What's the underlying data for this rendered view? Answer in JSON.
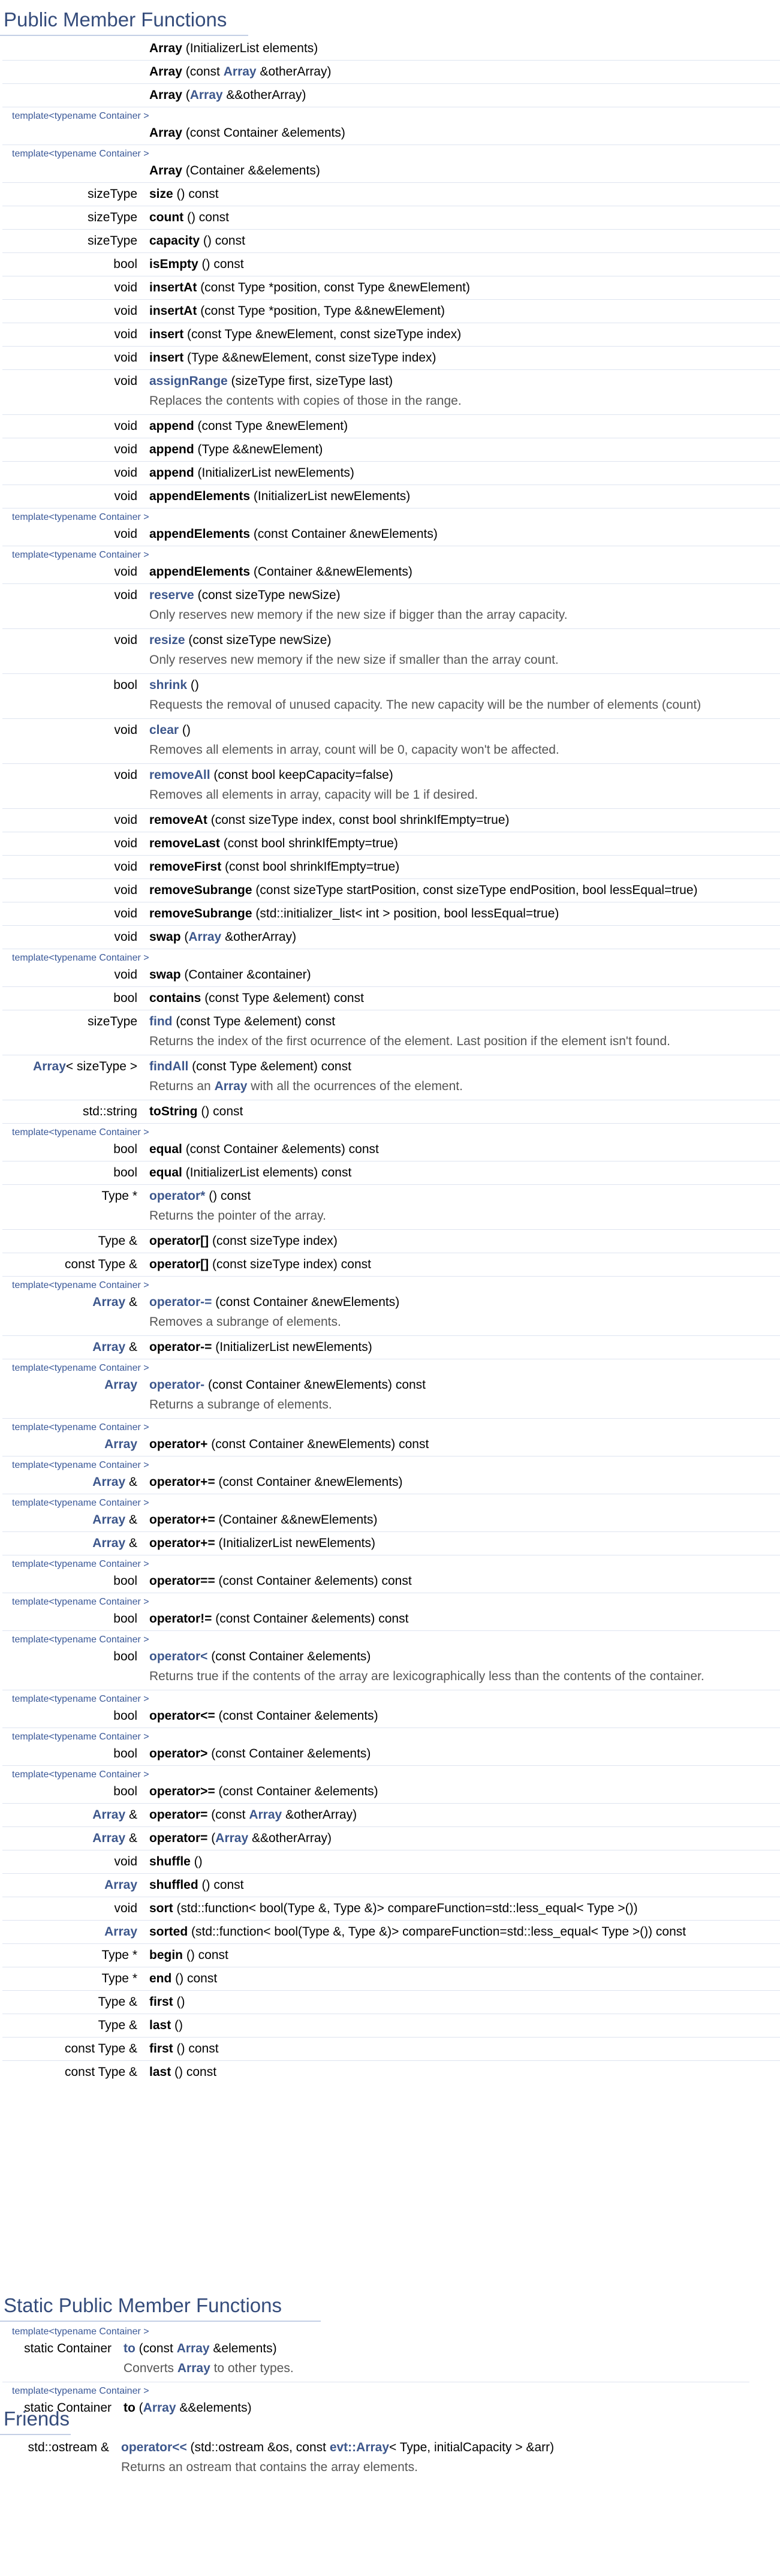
{
  "sections": [
    {
      "title": "Public Member Functions",
      "rows": [
        {
          "tpl": false,
          "left": "",
          "name": "Array",
          "link": false,
          "args": [
            " (InitializerList elements)"
          ]
        },
        {
          "tpl": false,
          "left": "",
          "name": "Array",
          "link": false,
          "args": [
            " (const ",
            {
              "l": "Array"
            },
            " &otherArray)"
          ]
        },
        {
          "tpl": false,
          "left": "",
          "name": "Array",
          "link": false,
          "args": [
            " (",
            {
              "l": "Array"
            },
            " &&otherArray)"
          ]
        },
        {
          "tpl": true,
          "left": "",
          "name": "Array",
          "link": false,
          "args": [
            " (const Container &elements)"
          ]
        },
        {
          "tpl": true,
          "left": "",
          "name": "Array",
          "link": false,
          "args": [
            " (Container &&elements)"
          ]
        },
        {
          "tpl": false,
          "left": "sizeType",
          "name": "size",
          "link": false,
          "args": [
            " () const"
          ]
        },
        {
          "tpl": false,
          "left": "sizeType",
          "name": "count",
          "link": false,
          "args": [
            " () const"
          ]
        },
        {
          "tpl": false,
          "left": "sizeType",
          "name": "capacity",
          "link": false,
          "args": [
            " () const"
          ]
        },
        {
          "tpl": false,
          "left": "bool",
          "name": "isEmpty",
          "link": false,
          "args": [
            " () const"
          ]
        },
        {
          "tpl": false,
          "left": "void",
          "name": "insertAt",
          "link": false,
          "args": [
            " (const Type *position, const Type &newElement)"
          ]
        },
        {
          "tpl": false,
          "left": "void",
          "name": "insertAt",
          "link": false,
          "args": [
            " (const Type *position, Type &&newElement)"
          ]
        },
        {
          "tpl": false,
          "left": "void",
          "name": "insert",
          "link": false,
          "args": [
            " (const Type &newElement, const sizeType index)"
          ]
        },
        {
          "tpl": false,
          "left": "void",
          "name": "insert",
          "link": false,
          "args": [
            " (Type &&newElement, const sizeType index)"
          ]
        },
        {
          "tpl": false,
          "left": "void",
          "name": "assignRange",
          "link": true,
          "args": [
            " (sizeType first, sizeType last)"
          ],
          "desc": [
            "Replaces the contents with copies of those in the range."
          ]
        },
        {
          "tpl": false,
          "left": "void",
          "name": "append",
          "link": false,
          "args": [
            " (const Type &newElement)"
          ]
        },
        {
          "tpl": false,
          "left": "void",
          "name": "append",
          "link": false,
          "args": [
            " (Type &&newElement)"
          ]
        },
        {
          "tpl": false,
          "left": "void",
          "name": "append",
          "link": false,
          "args": [
            " (InitializerList newElements)"
          ]
        },
        {
          "tpl": false,
          "left": "void",
          "name": "appendElements",
          "link": false,
          "args": [
            " (InitializerList newElements)"
          ]
        },
        {
          "tpl": true,
          "left": "void",
          "name": "appendElements",
          "link": false,
          "args": [
            " (const Container &newElements)"
          ]
        },
        {
          "tpl": true,
          "left": "void",
          "name": "appendElements",
          "link": false,
          "args": [
            " (Container &&newElements)"
          ]
        },
        {
          "tpl": false,
          "left": "void",
          "name": "reserve",
          "link": true,
          "args": [
            " (const sizeType newSize)"
          ],
          "desc": [
            "Only reserves new memory if the new size if bigger than the array capacity."
          ]
        },
        {
          "tpl": false,
          "left": "void",
          "name": "resize",
          "link": true,
          "args": [
            " (const sizeType newSize)"
          ],
          "desc": [
            "Only reserves new memory if the new size if smaller than the array count."
          ]
        },
        {
          "tpl": false,
          "left": "bool",
          "name": "shrink",
          "link": true,
          "args": [
            " ()"
          ],
          "desc": [
            "Requests the removal of unused capacity. The new capacity will be the number of elements (count)"
          ]
        },
        {
          "tpl": false,
          "left": "void",
          "name": "clear",
          "link": true,
          "args": [
            " ()"
          ],
          "desc": [
            "Removes all elements in array, count will be 0, capacity won't be affected."
          ]
        },
        {
          "tpl": false,
          "left": "void",
          "name": "removeAll",
          "link": true,
          "args": [
            " (const bool keepCapacity=false)"
          ],
          "desc": [
            "Removes all elements in array, capacity will be 1 if desired."
          ]
        },
        {
          "tpl": false,
          "left": "void",
          "name": "removeAt",
          "link": false,
          "args": [
            " (const sizeType index, const bool shrinkIfEmpty=true)"
          ]
        },
        {
          "tpl": false,
          "left": "void",
          "name": "removeLast",
          "link": false,
          "args": [
            " (const bool shrinkIfEmpty=true)"
          ]
        },
        {
          "tpl": false,
          "left": "void",
          "name": "removeFirst",
          "link": false,
          "args": [
            " (const bool shrinkIfEmpty=true)"
          ]
        },
        {
          "tpl": false,
          "left": "void",
          "name": "removeSubrange",
          "link": false,
          "args": [
            " (const sizeType startPosition, const sizeType endPosition, bool lessEqual=true)"
          ]
        },
        {
          "tpl": false,
          "left": "void",
          "name": "removeSubrange",
          "link": false,
          "args": [
            " (std::initializer_list< int > position, bool lessEqual=true)"
          ]
        },
        {
          "tpl": false,
          "left": "void",
          "name": "swap",
          "link": false,
          "args": [
            " (",
            {
              "l": "Array"
            },
            " &otherArray)"
          ]
        },
        {
          "tpl": true,
          "left": "void",
          "name": "swap",
          "link": false,
          "args": [
            " (Container &container)"
          ]
        },
        {
          "tpl": false,
          "left": "bool",
          "name": "contains",
          "link": false,
          "args": [
            " (const Type &element) const"
          ]
        },
        {
          "tpl": false,
          "left": "sizeType",
          "name": "find",
          "link": true,
          "args": [
            " (const Type &element) const"
          ],
          "desc": [
            "Returns the index of the first ocurrence of the element. Last position if the element isn't found."
          ]
        },
        {
          "tpl": false,
          "left": [
            {
              "l": "Array"
            },
            "< sizeType >"
          ],
          "name": "findAll",
          "link": true,
          "args": [
            " (const Type &element) const"
          ],
          "desc": [
            "Returns an ",
            {
              "l": "Array"
            },
            " with all the ocurrences of the element."
          ]
        },
        {
          "tpl": false,
          "left": "std::string",
          "name": "toString",
          "link": false,
          "args": [
            " () const"
          ]
        },
        {
          "tpl": true,
          "left": "bool",
          "name": "equal",
          "link": false,
          "args": [
            " (const Container &elements) const"
          ]
        },
        {
          "tpl": false,
          "left": "bool",
          "name": "equal",
          "link": false,
          "args": [
            " (InitializerList elements) const"
          ]
        },
        {
          "tpl": false,
          "left": "Type *",
          "name": "operator*",
          "link": true,
          "args": [
            " () const"
          ],
          "desc": [
            "Returns the pointer of the array."
          ]
        },
        {
          "tpl": false,
          "left": "Type &",
          "name": "operator[]",
          "link": false,
          "args": [
            " (const sizeType index)"
          ]
        },
        {
          "tpl": false,
          "left": "const Type &",
          "name": "operator[]",
          "link": false,
          "args": [
            " (const sizeType index) const"
          ]
        },
        {
          "tpl": true,
          "left": [
            {
              "l": "Array"
            },
            " &"
          ],
          "name": "operator-=",
          "link": true,
          "args": [
            " (const Container &newElements)"
          ],
          "desc": [
            "Removes a subrange of elements."
          ]
        },
        {
          "tpl": false,
          "left": [
            {
              "l": "Array"
            },
            " &"
          ],
          "name": "operator-=",
          "link": false,
          "args": [
            " (InitializerList newElements)"
          ]
        },
        {
          "tpl": true,
          "left": [
            {
              "l": "Array"
            }
          ],
          "name": "operator-",
          "link": true,
          "args": [
            " (const Container &newElements) const"
          ],
          "desc": [
            "Returns a subrange of elements."
          ]
        },
        {
          "tpl": true,
          "left": [
            {
              "l": "Array"
            }
          ],
          "name": "operator+",
          "link": false,
          "args": [
            " (const Container &newElements) const"
          ]
        },
        {
          "tpl": true,
          "left": [
            {
              "l": "Array"
            },
            " &"
          ],
          "name": "operator+=",
          "link": false,
          "args": [
            " (const Container &newElements)"
          ]
        },
        {
          "tpl": true,
          "left": [
            {
              "l": "Array"
            },
            " &"
          ],
          "name": "operator+=",
          "link": false,
          "args": [
            " (Container &&newElements)"
          ]
        },
        {
          "tpl": false,
          "left": [
            {
              "l": "Array"
            },
            " &"
          ],
          "name": "operator+=",
          "link": false,
          "args": [
            " (InitializerList newElements)"
          ]
        },
        {
          "tpl": true,
          "left": "bool",
          "name": "operator==",
          "link": false,
          "args": [
            " (const Container &elements) const"
          ]
        },
        {
          "tpl": true,
          "left": "bool",
          "name": "operator!=",
          "link": false,
          "args": [
            " (const Container &elements) const"
          ]
        },
        {
          "tpl": true,
          "left": "bool",
          "name": "operator<",
          "link": true,
          "args": [
            " (const Container &elements)"
          ],
          "desc": [
            "Returns true if the contents of the array are lexicographically less than the contents of the container."
          ]
        },
        {
          "tpl": true,
          "left": "bool",
          "name": "operator<=",
          "link": false,
          "args": [
            " (const Container &elements)"
          ]
        },
        {
          "tpl": true,
          "left": "bool",
          "name": "operator>",
          "link": false,
          "args": [
            " (const Container &elements)"
          ]
        },
        {
          "tpl": true,
          "left": "bool",
          "name": "operator>=",
          "link": false,
          "args": [
            " (const Container &elements)"
          ]
        },
        {
          "tpl": false,
          "left": [
            {
              "l": "Array"
            },
            " &"
          ],
          "name": "operator=",
          "link": false,
          "args": [
            " (const ",
            {
              "l": "Array"
            },
            " &otherArray)"
          ]
        },
        {
          "tpl": false,
          "left": [
            {
              "l": "Array"
            },
            " &"
          ],
          "name": "operator=",
          "link": false,
          "args": [
            " (",
            {
              "l": "Array"
            },
            " &&otherArray)"
          ]
        },
        {
          "tpl": false,
          "left": "void",
          "name": "shuffle",
          "link": false,
          "args": [
            " ()"
          ]
        },
        {
          "tpl": false,
          "left": [
            {
              "l": "Array"
            }
          ],
          "name": "shuffled",
          "link": false,
          "args": [
            " () const"
          ]
        },
        {
          "tpl": false,
          "left": "void",
          "name": "sort",
          "link": false,
          "args": [
            " (std::function< bool(Type &, Type &)> compareFunction=std::less_equal< Type >())"
          ]
        },
        {
          "tpl": false,
          "left": [
            {
              "l": "Array"
            }
          ],
          "name": "sorted",
          "link": false,
          "args": [
            " (std::function< bool(Type &, Type &)> compareFunction=std::less_equal< Type >()) const"
          ]
        },
        {
          "tpl": false,
          "left": "Type *",
          "name": "begin",
          "link": false,
          "args": [
            " () const"
          ]
        },
        {
          "tpl": false,
          "left": "Type *",
          "name": "end",
          "link": false,
          "args": [
            " () const"
          ]
        },
        {
          "tpl": false,
          "left": "Type &",
          "name": "first",
          "link": false,
          "args": [
            " ()"
          ]
        },
        {
          "tpl": false,
          "left": "Type &",
          "name": "last",
          "link": false,
          "args": [
            " ()"
          ]
        },
        {
          "tpl": false,
          "left": "const Type &",
          "name": "first",
          "link": false,
          "args": [
            " () const"
          ]
        },
        {
          "tpl": false,
          "left": "const Type &",
          "name": "last",
          "link": false,
          "args": [
            " () const"
          ]
        }
      ]
    },
    {
      "title": "Static Public Member Functions",
      "rows": [
        {
          "tpl": true,
          "left": "static Container",
          "name": "to",
          "link": true,
          "args": [
            " (const ",
            {
              "l": "Array"
            },
            " &elements)"
          ],
          "desc": [
            "Converts ",
            {
              "l": "Array"
            },
            " to other types."
          ]
        },
        {
          "tpl": true,
          "left": "static Container",
          "name": "to",
          "link": false,
          "args": [
            " (",
            {
              "l": "Array"
            },
            " &&elements)"
          ]
        }
      ]
    },
    {
      "title": "Friends",
      "rows": [
        {
          "tpl": false,
          "left": "std::ostream &",
          "name": "operator<<",
          "link": true,
          "args": [
            " (std::ostream &os, const ",
            {
              "l": "evt::Array"
            },
            "< Type, initialCapacity > &arr)"
          ],
          "desc": [
            "Returns an ostream that contains the array elements."
          ]
        }
      ]
    }
  ],
  "template_label": "template<typename Container >",
  "colors": {
    "heading": "#354c7b",
    "link": "#3d578c",
    "template": "#3b5998",
    "separator": "#dee4f0",
    "description": "#555555"
  }
}
